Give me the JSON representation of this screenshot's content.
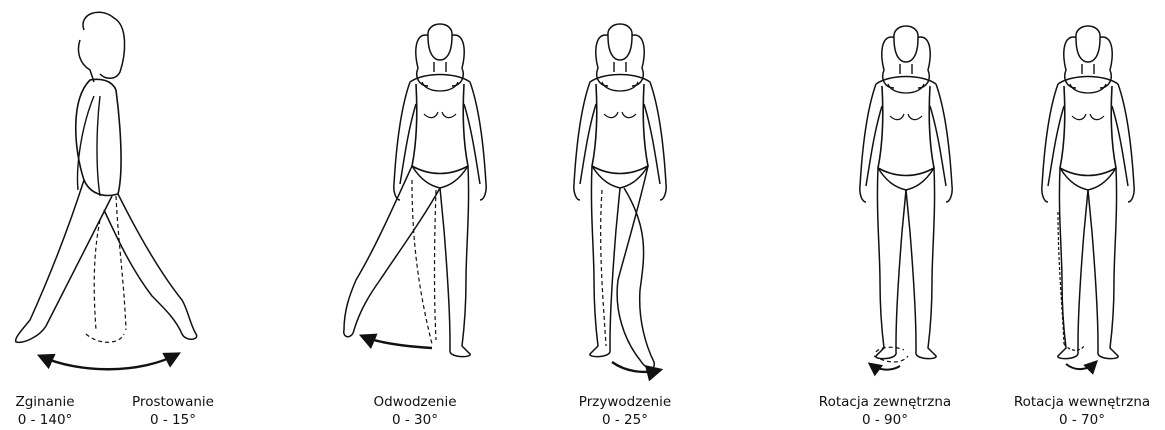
{
  "movements": [
    {
      "id": "flexion",
      "name": "Zginanie",
      "range": "0 - 140°"
    },
    {
      "id": "extension",
      "name": "Prostowanie",
      "range": "0 - 15°"
    },
    {
      "id": "abduction",
      "name": "Odwodzenie",
      "range": "0 - 30°"
    },
    {
      "id": "adduction",
      "name": "Przywodzenie",
      "range": "0 - 25°"
    },
    {
      "id": "external-rotation",
      "name": "Rotacja zewnętrzna",
      "range": "0 - 90°"
    },
    {
      "id": "internal-rotation",
      "name": "Rotacja wewnętrzna",
      "range": "0 - 70°"
    }
  ]
}
